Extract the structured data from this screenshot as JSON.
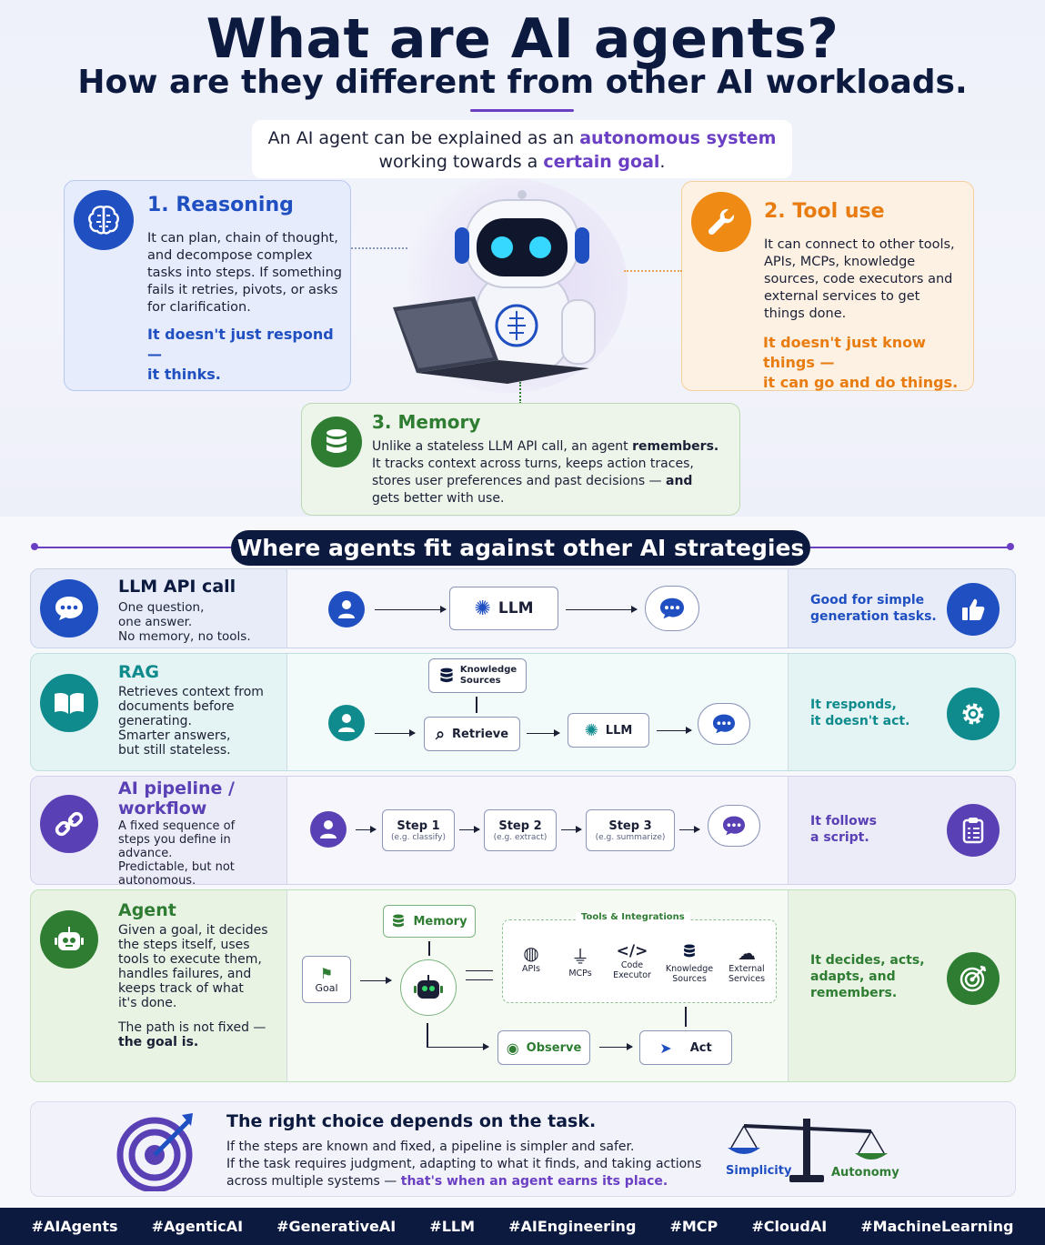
{
  "title": "What are AI agents?",
  "subtitle": "How are they different from other AI workloads.",
  "intro": {
    "line1_pre": "An AI agent can be explained as an ",
    "line1_em": "autonomous system",
    "line2_pre": "working towards a ",
    "line2_em": "certain goal",
    "line2_post": "."
  },
  "cards": {
    "reasoning": {
      "title": "1. Reasoning",
      "text": [
        "It can plan, chain of thought,",
        "and decompose complex",
        "tasks into steps. If something",
        "fails it retries, pivots, or asks",
        "for clarification."
      ],
      "tag": [
        "It doesn't just respond —",
        "it thinks."
      ],
      "color": "#1f4fc1"
    },
    "tool_use": {
      "title": "2. Tool use",
      "text": [
        "It can connect to other tools,",
        "APIs, MCPs, knowledge",
        "sources, code executors and",
        "external services to get",
        "things done."
      ],
      "tag": [
        "It doesn't just know things —",
        "it can go and do things."
      ],
      "color": "#e97c10"
    },
    "memory": {
      "title": "3. Memory",
      "line1_pre": "Unlike a stateless LLM API call, an agent ",
      "line1_b": "remembers.",
      "line2": "It tracks context across turns, keeps action traces,",
      "line3_pre": "stores user preferences and past decisions — ",
      "line3_b": "and",
      "line4": "gets better with use.",
      "color": "#2e7d32"
    }
  },
  "section_title": "Where agents fit against other AI strategies",
  "rows": {
    "llm": {
      "title": "LLM API call",
      "text": [
        "One question,",
        "one answer.",
        "No memory, no tools."
      ],
      "box": "LLM",
      "verdict": [
        "Good for simple",
        "generation tasks."
      ]
    },
    "rag": {
      "title": "RAG",
      "text": [
        "Retrieves context from",
        "documents before",
        "generating.",
        "Smarter answers,",
        "but still stateless."
      ],
      "knowledge": [
        "Knowledge",
        "Sources"
      ],
      "retrieve": "Retrieve",
      "llm": "LLM",
      "verdict": [
        "It responds,",
        "it doesn't act."
      ]
    },
    "pipeline": {
      "title": [
        "AI pipeline /",
        "workflow"
      ],
      "text": [
        "A fixed sequence of",
        "steps you define in",
        "advance.",
        "Predictable, but not",
        "autonomous."
      ],
      "steps": [
        {
          "label": "Step 1",
          "hint": "(e.g. classify)"
        },
        {
          "label": "Step 2",
          "hint": "(e.g. extract)"
        },
        {
          "label": "Step 3",
          "hint": "(e.g. summarize)"
        }
      ],
      "verdict": [
        "It follows",
        "a script."
      ]
    },
    "agent": {
      "title": "Agent",
      "text": [
        "Given a goal, it decides",
        "the steps itself, uses",
        "tools to execute them,",
        "handles failures, and",
        "keeps track of what",
        "it's done."
      ],
      "note_pre": "The path is not fixed —",
      "note_b": "the goal is.",
      "memory": "Memory",
      "goal": "Goal",
      "tools_title": "Tools & Integrations",
      "tools": [
        [
          "APIs"
        ],
        [
          "MCPs"
        ],
        [
          "Code",
          "Executor"
        ],
        [
          "Knowledge",
          "Sources"
        ],
        [
          "External",
          "Services"
        ]
      ],
      "observe": "Observe",
      "act": "Act",
      "verdict": [
        "It decides, acts,",
        "adapts, and",
        "remembers."
      ]
    }
  },
  "footer": {
    "title": "The right choice depends on the task.",
    "line1": "If the steps are known and fixed, a pipeline is simpler and safer.",
    "line2": "If the task requires judgment, adapting to what it finds, and taking actions",
    "line3_pre": "across multiple systems — ",
    "line3_em": "that's when an agent earns its place.",
    "simplicity": "Simplicity",
    "autonomy": "Autonomy"
  },
  "hashtags": [
    "#AIAgents",
    "#AgenticAI",
    "#GenerativeAI",
    "#LLM",
    "#AIEngineering",
    "#MCP",
    "#CloudAI",
    "#MachineLearning"
  ],
  "icons": {
    "reasoning": "brain-icon",
    "tool_use": "wrench-icon",
    "memory": "database-icon",
    "llm": "chat-icon",
    "rag": "book-icon",
    "pipeline": "link-icon",
    "agent": "robot-icon",
    "good": "thumbs-up-icon",
    "responds": "gear-icon",
    "script": "clipboard-icon",
    "decides": "target-icon"
  }
}
